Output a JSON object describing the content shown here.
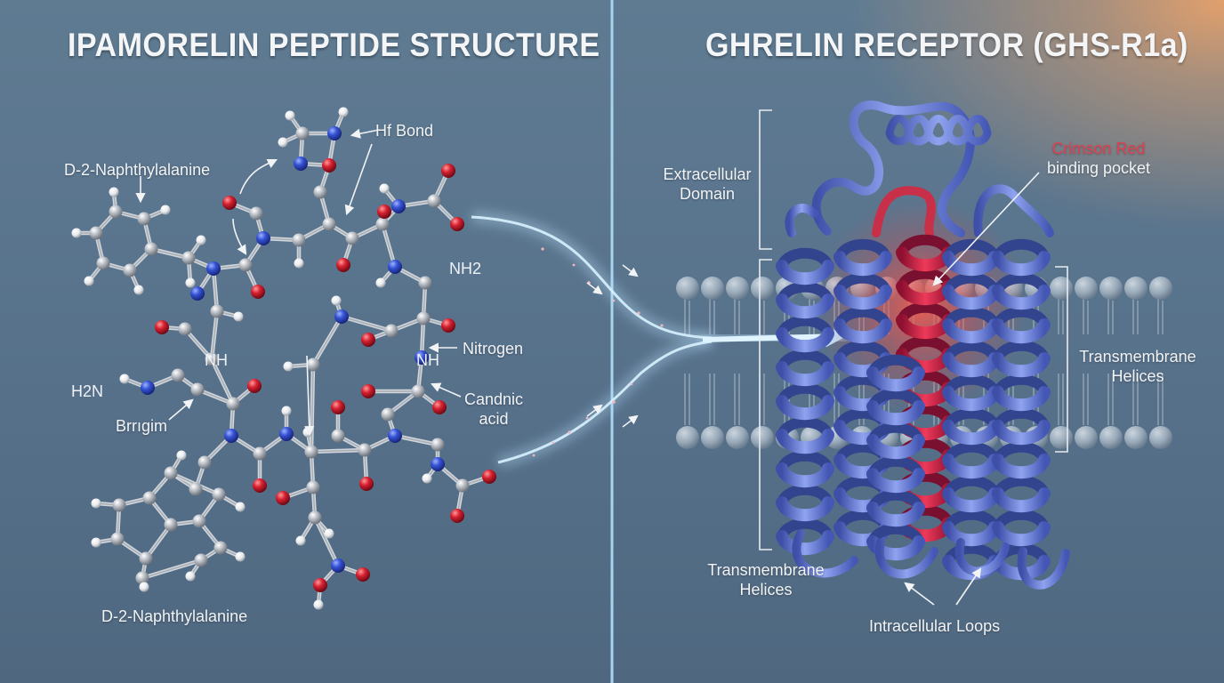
{
  "titles": {
    "left": "IPAMORELIN PEPTIDE STRUCTURE",
    "right": "GHRELIN RECEPTOR (GHS-R1a)"
  },
  "peptide_labels": {
    "d2nal_top": "D-2-Naphthylalanine",
    "hf_bond": "Hf Bond",
    "nh2_right": "NH2",
    "nitrogen": "Nitrogen",
    "nh_right": "NH",
    "candnic_line1": "Candnic",
    "candnic_line2": "acid",
    "nh_left": "NH",
    "h2n_left": "H2N",
    "brrgim": "Brrıgim",
    "d2nal_bottom": "D-2-Naphthylalanine"
  },
  "receptor_labels": {
    "extracellular_line1": "Extracellular",
    "extracellular_line2": "Domain",
    "crimson_line1": "Crimson Red",
    "crimson_line2": "binding pocket",
    "tm_right_line1": "Transmembrane",
    "tm_right_line2": "Helices",
    "tm_left_line1": "Transmembrane",
    "tm_left_line2": "Helices",
    "intracellular": "Intracellular Loops"
  },
  "colors": {
    "background": "#5a7590",
    "divider": "#a8d4f0",
    "carbon": "#b8bcc2",
    "nitrogen": "#2f4fd0",
    "oxygen": "#d02030",
    "hydrogen": "#f2f2f2",
    "helix": "#6f85d8",
    "binding_pocket": "#d0304a",
    "energy_stream": "#9fd8ff"
  }
}
